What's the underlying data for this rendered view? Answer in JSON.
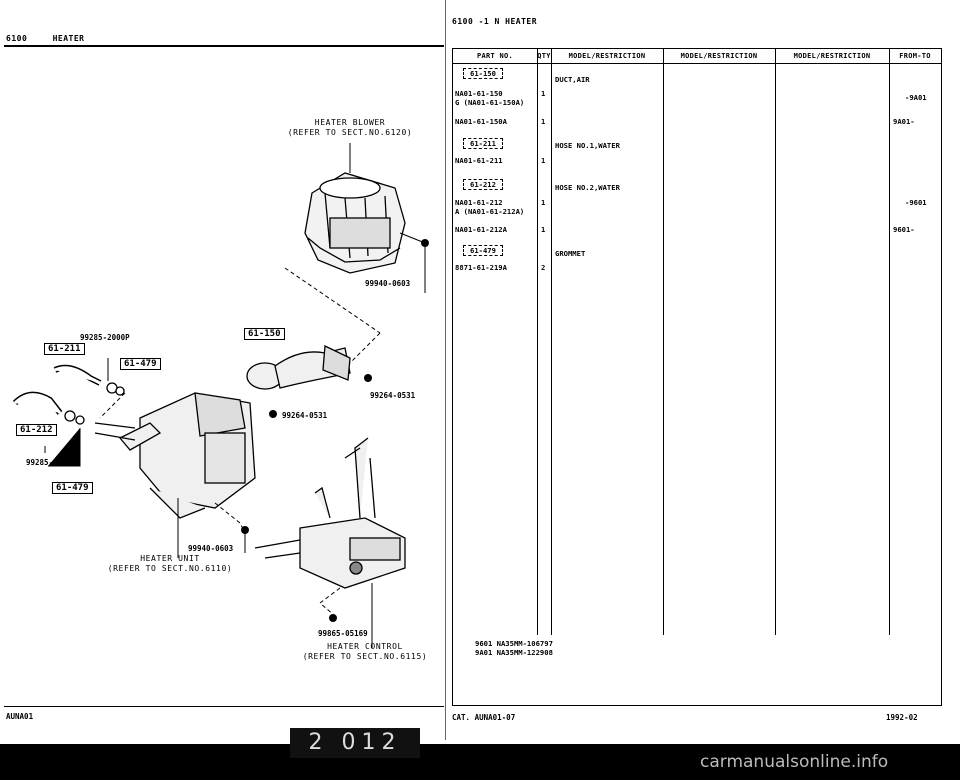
{
  "left_header": {
    "code": "6100",
    "title": "HEATER"
  },
  "right_header": "6100 -1 N HEATER",
  "diagram": {
    "blower_label": [
      "HEATER BLOWER",
      "(REFER TO SECT.NO.6120)"
    ],
    "heater_unit_label": [
      "HEATER UNIT",
      "(REFER TO SECT.NO.6110)"
    ],
    "heater_control_label": [
      "HEATER CONTROL",
      "(REFER TO SECT.NO.6115)"
    ],
    "part_99940_top": "99940-0603",
    "part_99940_bottom": "99940-0603",
    "part_99285_top": "99285-2000P",
    "part_99285_bottom": "99285-2000P",
    "part_99264_a": "99264-0531",
    "part_99264_b": "99264-0531",
    "part_99865": "99865-05169",
    "box_61150": "61-150",
    "box_61211": "61-211",
    "box_61479_a": "61-479",
    "box_61212": "61-212",
    "box_61479_b": "61-479"
  },
  "table": {
    "headers": [
      "PART NO.",
      "QTY",
      "MODEL/RESTRICTION",
      "MODEL/RESTRICTION",
      "MODEL/RESTRICTION",
      "FROM-TO"
    ],
    "entries": [
      {
        "box": "61-150",
        "lines": [
          "NA01-61-150",
          "G (NA01-61-150A)"
        ],
        "qty": "1",
        "desc": "DUCT,AIR",
        "from_to": "-9A01"
      },
      {
        "box": "",
        "lines": [
          "NA01-61-150A"
        ],
        "qty": "1",
        "desc": "",
        "from_to": "9A01-"
      },
      {
        "box": "61-211",
        "lines": [
          "NA01-61-211"
        ],
        "qty": "1",
        "desc": "HOSE NO.1,WATER",
        "from_to": ""
      },
      {
        "box": "61-212",
        "lines": [
          "NA01-61-212",
          "A (NA01-61-212A)"
        ],
        "qty": "1",
        "desc": "HOSE NO.2,WATER",
        "from_to": "-9601"
      },
      {
        "box": "",
        "lines": [
          "NA01-61-212A"
        ],
        "qty": "1",
        "desc": "",
        "from_to": "9601-"
      },
      {
        "box": "61-479",
        "lines": [
          "8871-61-219A"
        ],
        "qty": "2",
        "desc": "GROMMET",
        "from_to": ""
      }
    ],
    "notes": [
      "9601 NA35MM-106797",
      "9A01 NA35MM-122908"
    ]
  },
  "footer": {
    "left": "AUNA01",
    "cat": "CAT. AUNA01-07",
    "date": "1992-02",
    "page_code": "2 012",
    "watermark": "carmanualsonline.info"
  }
}
